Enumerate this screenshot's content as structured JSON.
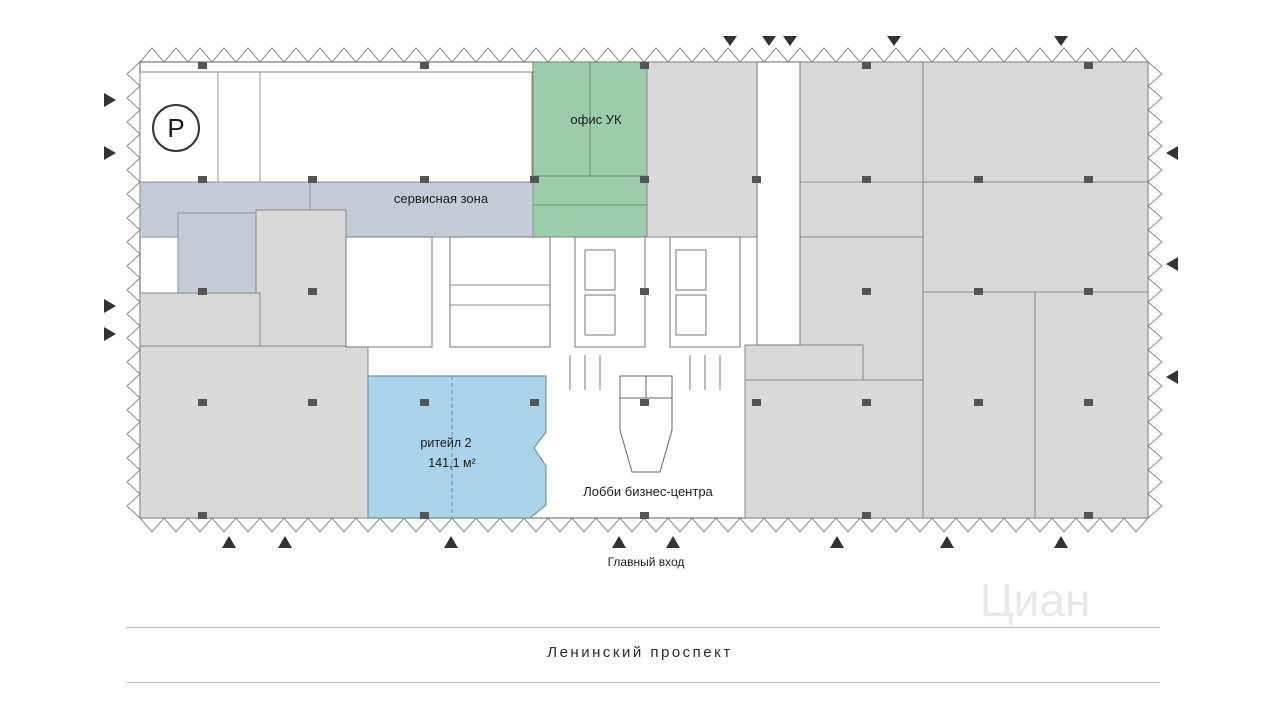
{
  "plan": {
    "parking_symbol": "P",
    "labels": {
      "office": "офис УК",
      "service": "сервисная зона",
      "retail_name": "ритейл 2",
      "retail_area": "141,1 м²",
      "lobby": "Лобби бизнес-центра",
      "entrance": "Главный вход"
    },
    "street": "Ленинский проспект",
    "watermark": "Циан"
  },
  "colors": {
    "gray_zone": "#d9d9d9",
    "office_zone": "#9ccda9",
    "service_zone": "#c5ccd8",
    "retail_zone": "#a9d4ea",
    "wall": "#6a6a6a",
    "column": "#555555"
  },
  "icons": [
    "entrance-arrow-icon",
    "parking-icon",
    "column-icon"
  ]
}
